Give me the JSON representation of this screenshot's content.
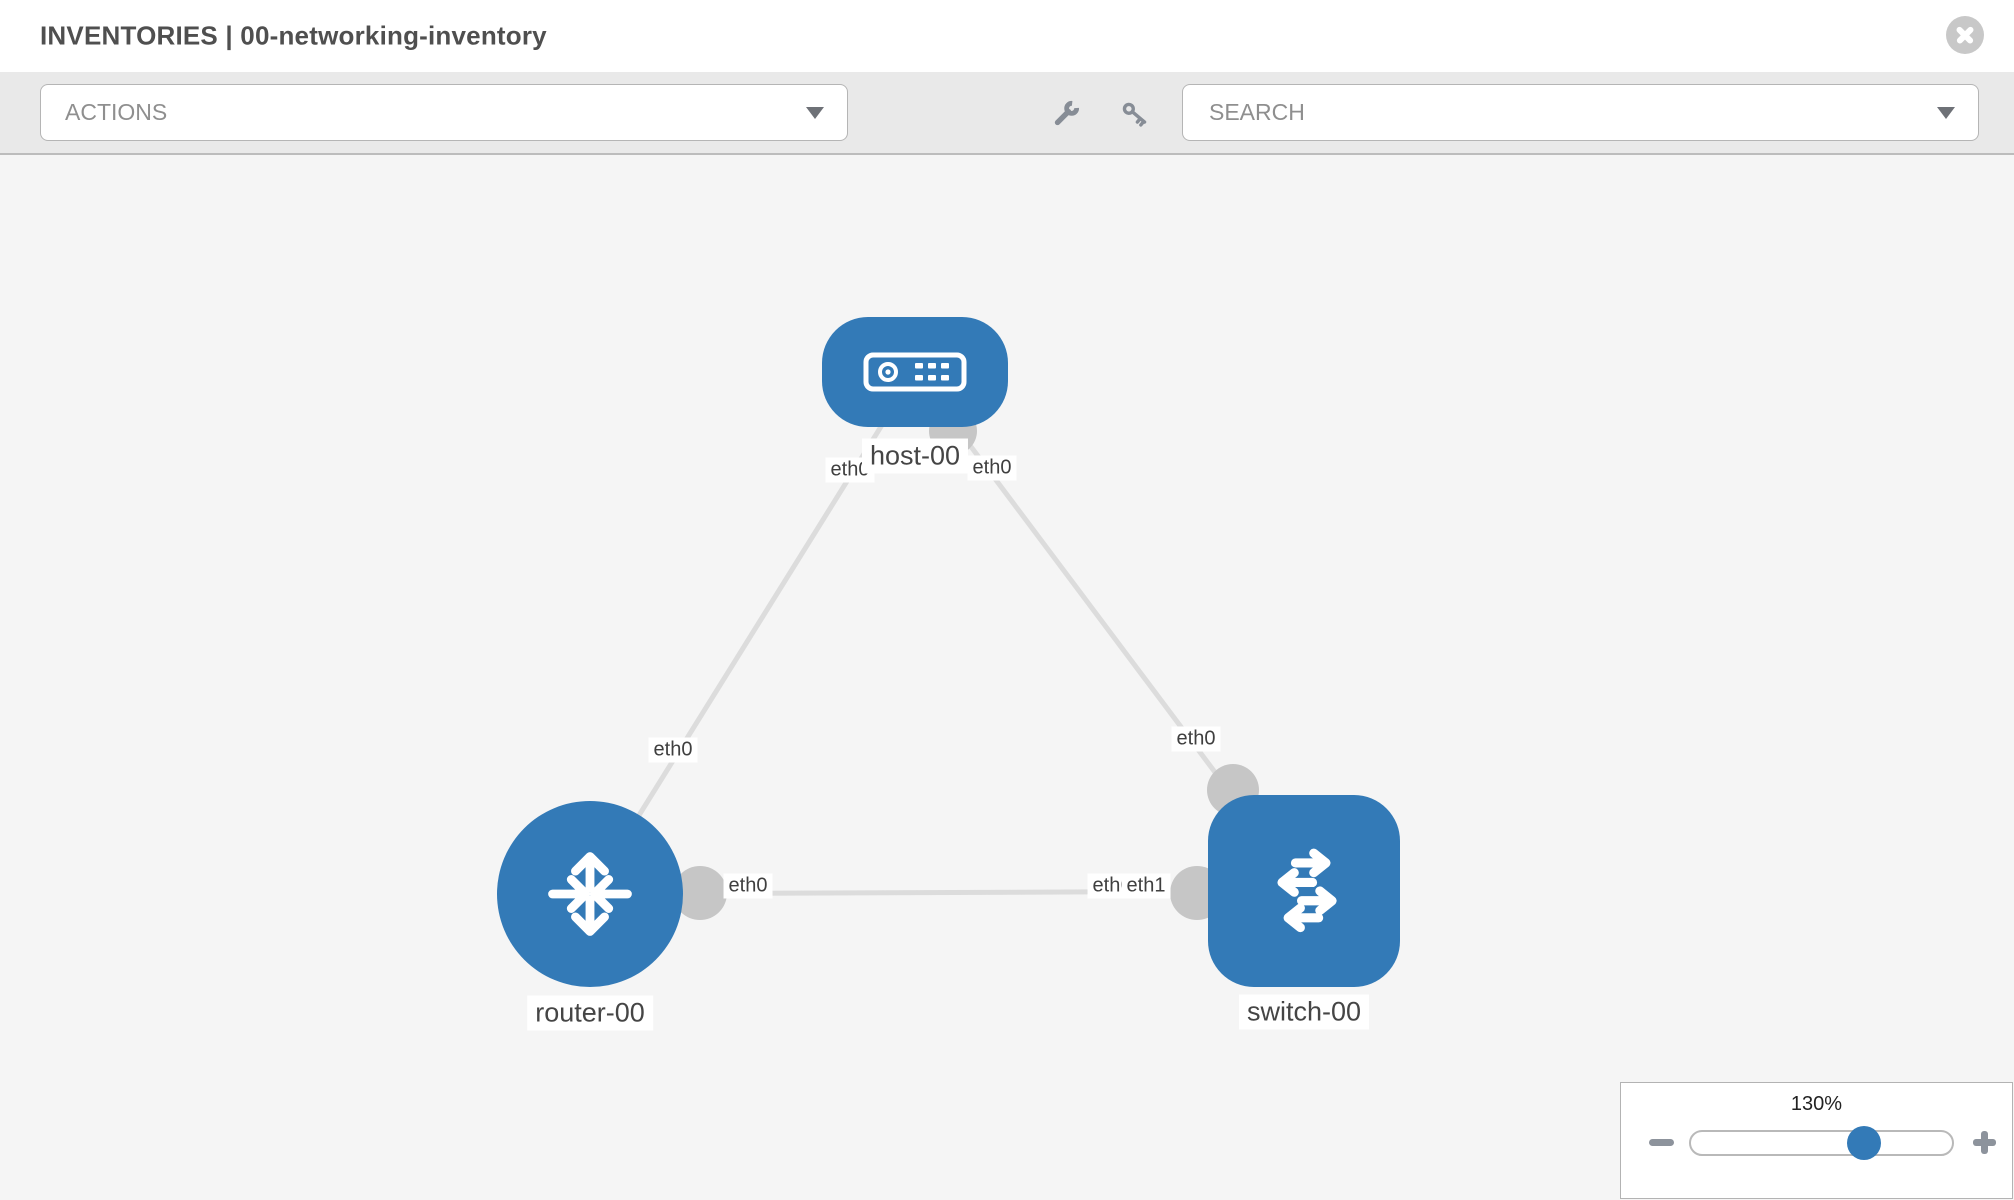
{
  "header": {
    "title": "INVENTORIES | 00-networking-inventory"
  },
  "toolbar": {
    "actions_label": "ACTIONS",
    "search_placeholder": "SEARCH",
    "icon_names": [
      "wrench-icon",
      "key-icon"
    ]
  },
  "topology": {
    "node_labels": {
      "host": "host-00",
      "router": "router-00",
      "switch": "switch-00"
    },
    "iface_labels": {
      "host_to_router": "eth0",
      "router_to_host": "eth0",
      "host_to_switch": "eth0",
      "switch_to_host": "eth0",
      "router_to_switch": "eth0",
      "switch_to_router_back": "eth0",
      "switch_to_router": "eth1"
    },
    "links": [
      {
        "from": "host-00",
        "from_iface": "eth0",
        "to": "router-00",
        "to_iface": "eth0"
      },
      {
        "from": "host-00",
        "from_iface": "eth0",
        "to": "switch-00",
        "to_iface": "eth0"
      },
      {
        "from": "router-00",
        "from_iface": "eth0",
        "to": "switch-00",
        "to_iface": "eth1"
      }
    ]
  },
  "zoom_panel": {
    "level": "130%"
  },
  "colors": {
    "node_blue": "#337ab7",
    "link_gray": "#dcdcdc",
    "port_gray": "#c6c6c6",
    "toolbar_bg": "#e9e9e9",
    "canvas_bg": "#f5f5f5"
  }
}
